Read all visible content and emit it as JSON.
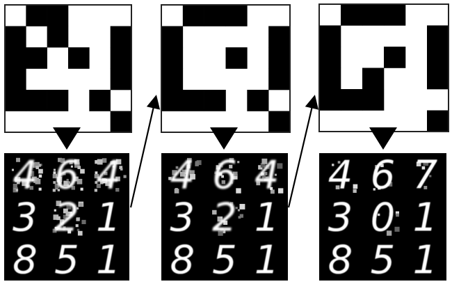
{
  "colors": {
    "background": "#ffffff",
    "black": "#000000",
    "white": "#ffffff",
    "stroke": "#222222"
  },
  "mask_grids": [
    {
      "rows": 6,
      "cols": 6,
      "cells": [
        [
          0,
          1,
          1,
          0,
          0,
          0
        ],
        [
          1,
          0,
          1,
          0,
          0,
          1
        ],
        [
          1,
          1,
          0,
          1,
          0,
          1
        ],
        [
          1,
          0,
          0,
          0,
          0,
          1
        ],
        [
          1,
          1,
          1,
          0,
          1,
          0
        ],
        [
          0,
          0,
          0,
          0,
          0,
          1
        ]
      ]
    },
    {
      "rows": 6,
      "cols": 6,
      "cells": [
        [
          0,
          1,
          1,
          1,
          0,
          0
        ],
        [
          1,
          0,
          0,
          0,
          0,
          1
        ],
        [
          1,
          0,
          0,
          1,
          0,
          1
        ],
        [
          1,
          0,
          0,
          0,
          0,
          1
        ],
        [
          1,
          1,
          1,
          0,
          1,
          0
        ],
        [
          0,
          0,
          0,
          0,
          0,
          1
        ]
      ]
    },
    {
      "rows": 6,
      "cols": 6,
      "cells": [
        [
          0,
          1,
          1,
          1,
          0,
          0
        ],
        [
          1,
          0,
          0,
          0,
          0,
          1
        ],
        [
          1,
          0,
          0,
          1,
          0,
          1
        ],
        [
          1,
          0,
          1,
          0,
          0,
          1
        ],
        [
          1,
          1,
          1,
          0,
          0,
          0
        ],
        [
          0,
          0,
          0,
          0,
          0,
          1
        ]
      ]
    }
  ],
  "digit_panels": [
    {
      "rows": [
        [
          "4",
          "6",
          "4"
        ],
        [
          "3",
          "2",
          "1"
        ],
        [
          "8",
          "5",
          "1"
        ]
      ],
      "noise": "high"
    },
    {
      "rows": [
        [
          "4",
          "6",
          "4"
        ],
        [
          "3",
          "2",
          "1"
        ],
        [
          "8",
          "5",
          "1"
        ]
      ],
      "noise": "medium"
    },
    {
      "rows": [
        [
          "4",
          "6",
          "7"
        ],
        [
          "3",
          "0",
          "1"
        ],
        [
          "8",
          "5",
          "1"
        ]
      ],
      "noise": "low"
    }
  ],
  "icons": [
    "down-arrow-icon",
    "diagonal-arrow-icon"
  ]
}
